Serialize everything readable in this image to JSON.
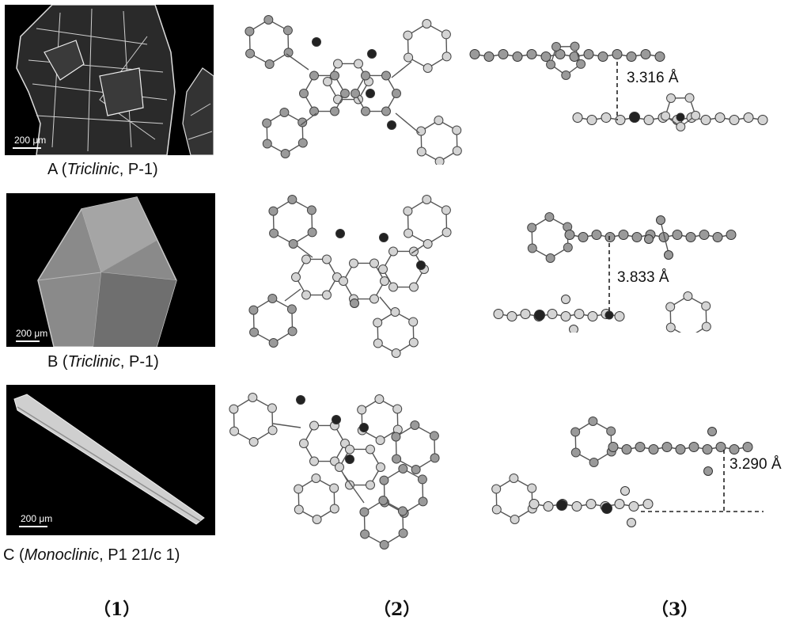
{
  "rows": [
    {
      "id": "A",
      "scale_label": "200 μm",
      "caption_prefix": "A (",
      "crystal_system": "Triclinic",
      "caption_suffix": ", P-1)",
      "distance": "3.316 Å"
    },
    {
      "id": "B",
      "scale_label": "200 μm",
      "caption_prefix": "B (",
      "crystal_system": "Triclinic",
      "caption_suffix": ", P-1)",
      "distance": "3.833 Å"
    },
    {
      "id": "C",
      "scale_label": "200 μm",
      "caption_prefix": "C (",
      "crystal_system": "Monoclinic",
      "caption_suffix": ", P1 21/c 1)",
      "distance": "3.290 Å"
    }
  ],
  "panel_labels": [
    "（1）",
    "（2）",
    "（3）"
  ],
  "colors": {
    "photo_bg": "#000000",
    "crystal_edge": "#e8e8e8",
    "atom_light": "#d4d4d4",
    "atom_mid": "#9a9a9a",
    "atom_dark": "#222222"
  }
}
